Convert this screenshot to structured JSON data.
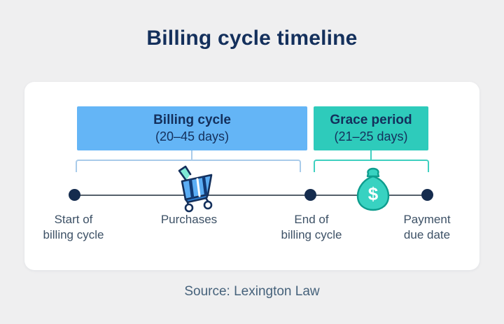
{
  "page": {
    "title": "Billing cycle timeline",
    "source": "Source: Lexington Law"
  },
  "colors": {
    "background": "#efeff0",
    "card": "#ffffff",
    "title_navy": "#14305c",
    "billing_cycle_blue": "#64b5f6",
    "grace_period_teal": "#2ecbbb",
    "bracket_blue": "#a9cbea",
    "bracket_teal": "#3fd0c0",
    "timeline_line": "#55606b",
    "dot_navy": "#152c4e",
    "label_text": "#3d5166"
  },
  "timeline": {
    "segments": [
      {
        "label": "Billing cycle",
        "duration": "(20–45 days)"
      },
      {
        "label": "Grace period",
        "duration": "(21–25 days)"
      }
    ],
    "milestones": [
      {
        "label": "Start of\nbilling cycle"
      },
      {
        "label": "Purchases",
        "icon": "shopping-cart-icon"
      },
      {
        "label": "End of\nbilling cycle"
      },
      {
        "label": "Payment\ndue date",
        "icon": "money-bag-icon"
      }
    ]
  }
}
